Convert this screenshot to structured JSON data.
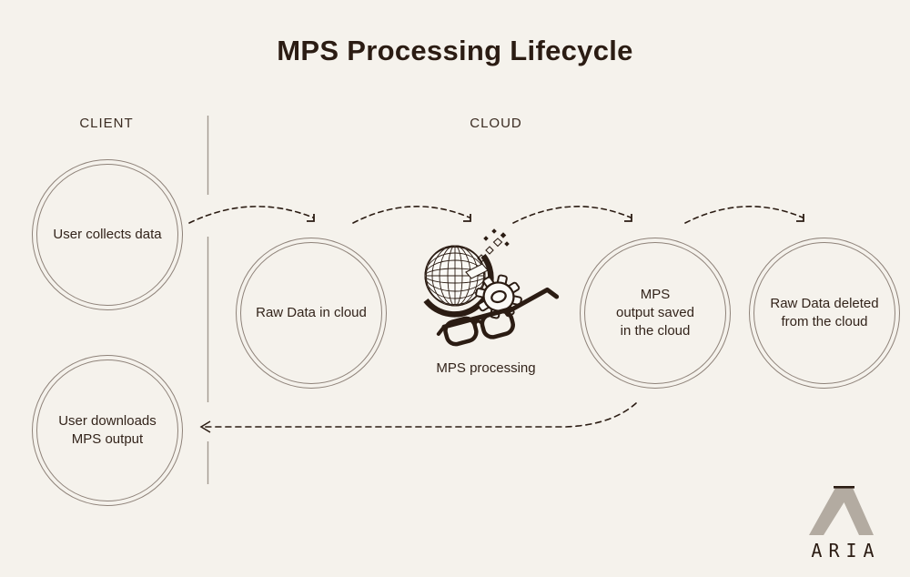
{
  "title": "MPS Processing Lifecycle",
  "zones": {
    "client_label": "CLIENT",
    "cloud_label": "CLOUD"
  },
  "nodes": [
    {
      "id": "user-collects-data",
      "label": "User collects data"
    },
    {
      "id": "raw-data-in-cloud",
      "label": "Raw Data in cloud"
    },
    {
      "id": "mps-output-saved",
      "label": "MPS\noutput saved\nin the cloud"
    },
    {
      "id": "raw-data-deleted",
      "label": "Raw Data deleted\nfrom the cloud"
    },
    {
      "id": "user-downloads-output",
      "label": "User downloads\nMPS output"
    }
  ],
  "process": {
    "caption": "MPS processing",
    "icons": [
      "globe-icon",
      "gear-icon",
      "glasses-icon",
      "data-bits-icon"
    ]
  },
  "brand": {
    "logo_text": "ARIA",
    "logo_icon": "lambda-icon"
  },
  "colors": {
    "background": "#f5f2ec",
    "ink": "#2b1c13",
    "circle_border": "#8e8279",
    "divider": "#a39a90",
    "logo_gray": "#b3aba1"
  }
}
